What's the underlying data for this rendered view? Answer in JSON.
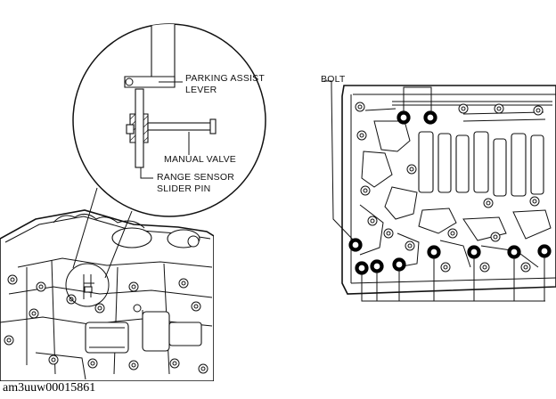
{
  "labels": {
    "parking_assist_lever_1": "PARKING ASSIST",
    "parking_assist_lever_2": "LEVER",
    "manual_valve": "MANUAL VALVE",
    "range_sensor_1": "RANGE SENSOR",
    "range_sensor_2": "SLIDER PIN",
    "bolt": "BOLT"
  },
  "caption": "am3uuw00015861"
}
